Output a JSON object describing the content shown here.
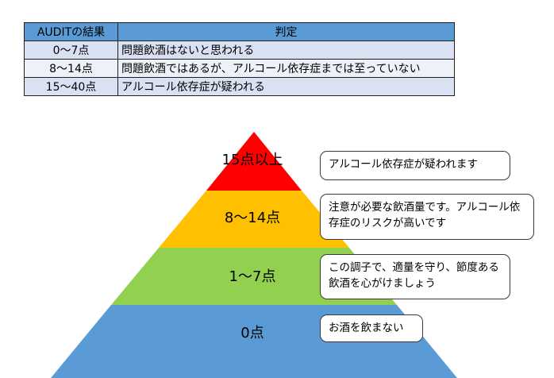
{
  "table": {
    "headers": [
      "AUDITの結果",
      "判定"
    ],
    "rows": [
      {
        "score": "0～7点",
        "judgment": "問題飲酒はないと思われる"
      },
      {
        "score": "8～14点",
        "judgment": "問題飲酒ではあるが、アルコール依存症までは至っていない"
      },
      {
        "score": "15～40点",
        "judgment": "アルコール依存症が疑われる"
      }
    ]
  },
  "pyramid": {
    "tiers": [
      {
        "label": "15点以上",
        "color": "#ff0000",
        "note": "アルコール依存症が疑われます"
      },
      {
        "label": "8～14点",
        "color": "#ffc000",
        "note": "注意が必要な飲酒量です。アルコール依存症のリスクが高いです"
      },
      {
        "label": "1～7点",
        "color": "#92d050",
        "note": "この調子で、適量を守り、節度ある飲酒を心がけましょう"
      },
      {
        "label": "0点",
        "color": "#5b9bd5",
        "note": "お酒を飲まない"
      }
    ]
  }
}
